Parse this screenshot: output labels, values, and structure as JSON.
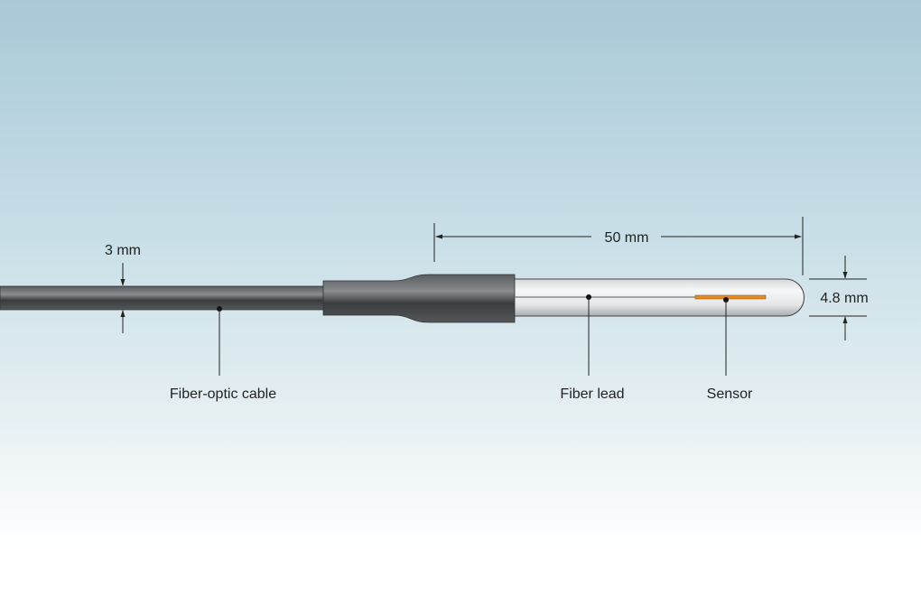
{
  "dimensions": {
    "cable_diameter": "3 mm",
    "probe_length": "50 mm",
    "probe_diameter": "4.8 mm"
  },
  "labels": {
    "cable": "Fiber-optic cable",
    "fiber_lead": "Fiber lead",
    "sensor": "Sensor"
  },
  "colors": {
    "sensor": "#e98a1e",
    "cable": "#4a4d50"
  }
}
